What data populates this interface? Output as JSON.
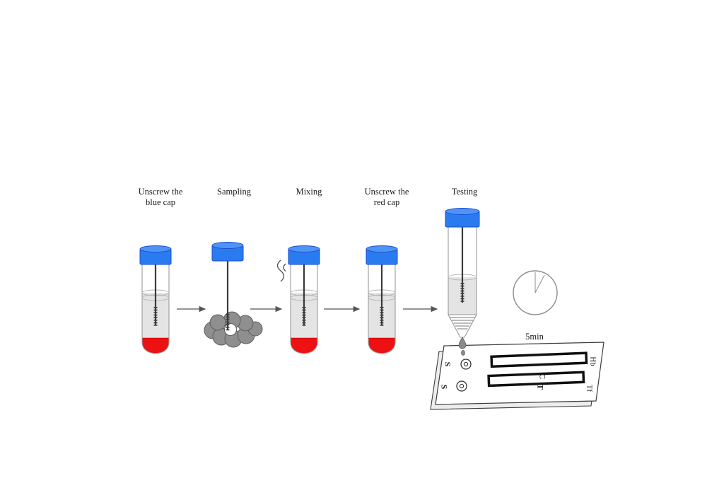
{
  "steps": [
    {
      "id": "unscrew-blue-cap",
      "label_line1": "Unscrew the",
      "label_line2": "blue cap"
    },
    {
      "id": "sampling",
      "label_line1": "Sampling"
    },
    {
      "id": "mixing",
      "label_line1": "Mixing"
    },
    {
      "id": "unscrew-red-cap",
      "label_line1": "Unscrew the",
      "label_line2": "red cap"
    },
    {
      "id": "testing",
      "label_line1": "Testing"
    }
  ],
  "timer": {
    "label": "5min"
  },
  "cassette": {
    "sample_label_top": "S",
    "sample_label_bottom": "S",
    "control_label": "C",
    "test_label": "T",
    "strip_label_top": "Hb",
    "strip_label_bottom": "Tf"
  },
  "colors": {
    "cap_blue": "#2b7bf0",
    "cap_top_blue": "#4f93f5",
    "blood_red": "#ee1111",
    "stool_gray": "#8f8f8f",
    "buffer_gray": "#e4e4e4"
  }
}
